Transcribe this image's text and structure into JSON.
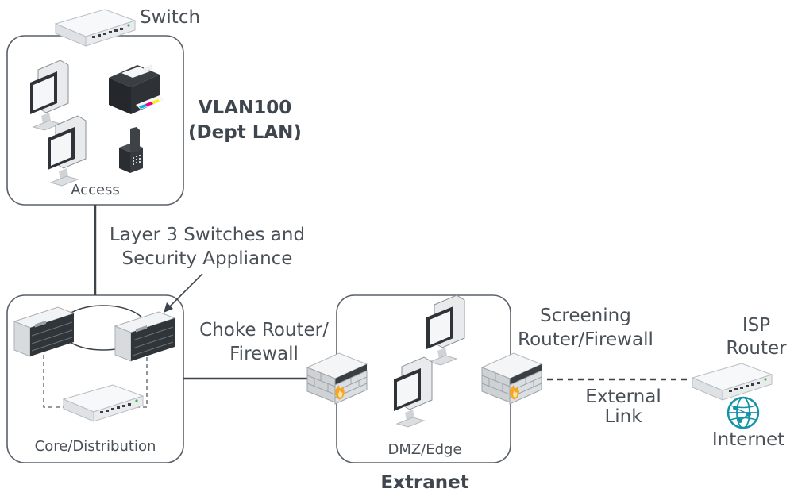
{
  "labels": {
    "switch": "Switch",
    "vlan_line1": "VLAN100",
    "vlan_line2": "(Dept LAN)",
    "access": "Access",
    "layer3_line1": "Layer 3 Switches and",
    "layer3_line2": "Security Appliance",
    "choke_line1": "Choke Router/",
    "choke_line2": "Firewall",
    "core": "Core/Distribution",
    "dmz": "DMZ/Edge",
    "extranet": "Extranet",
    "screening_line1": "Screening",
    "screening_line2": "Router/Firewall",
    "isp_line1": "ISP",
    "isp_line2": "Router",
    "external_line1": "External",
    "external_line2": "Link",
    "internet": "Internet"
  },
  "colors": {
    "line": "#3c4349",
    "zone_border": "#5a6168",
    "device_light": "#f1f2f3",
    "device_dark": "#2b2f33",
    "flame": "#f5a623",
    "globe": "#1593a8"
  },
  "icons": [
    "switch-icon",
    "monitor-icon",
    "printer-icon",
    "phone-icon",
    "server-icon",
    "firewall-icon",
    "router-icon",
    "globe-icon"
  ]
}
